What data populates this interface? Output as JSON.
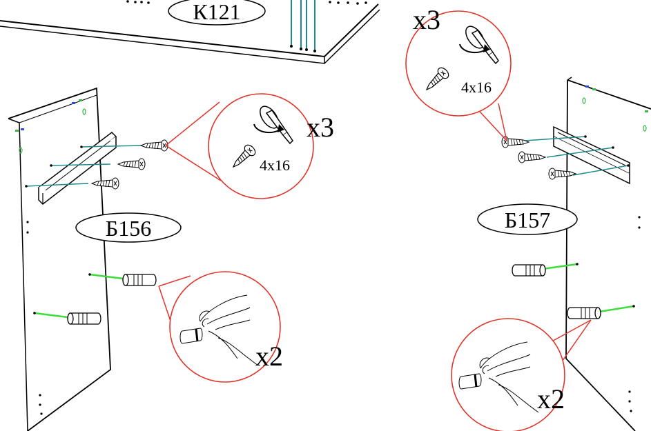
{
  "parts": {
    "top_panel": "К121",
    "left_side": "Б156",
    "right_side": "Б157"
  },
  "callouts": {
    "screw_left": {
      "qty": "x3",
      "size": "4x16"
    },
    "screw_right": {
      "qty": "x3",
      "size": "4x16"
    },
    "dowel_left": {
      "qty": "x2"
    },
    "dowel_right": {
      "qty": "x2"
    }
  },
  "colors": {
    "outline": "#000000",
    "callout_ring": "#e0352b",
    "screw_guide": "#1f8a8a",
    "dowel_guide": "#3cdc3c",
    "edge_green": "#3cb44b",
    "edge_blue": "#2b4fd8"
  },
  "icons": [
    "screwdriver-icon",
    "screw-icon",
    "hand-icon",
    "dowel-icon",
    "drawer-runner-icon"
  ]
}
